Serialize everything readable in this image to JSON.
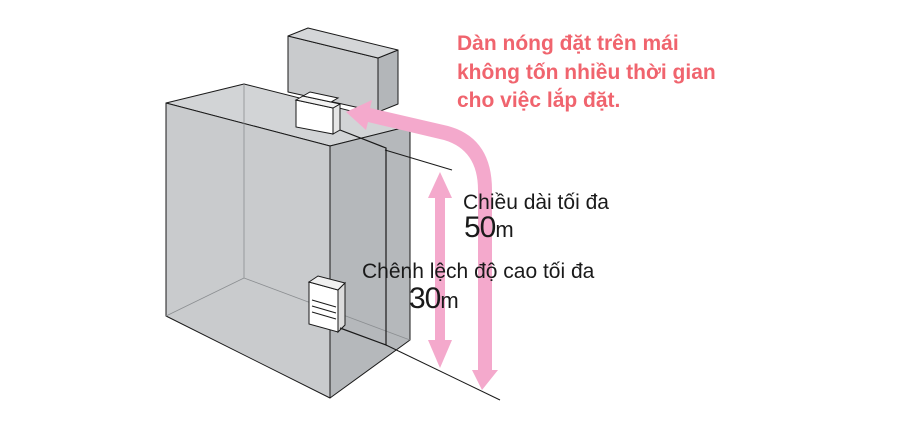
{
  "callout": {
    "lines": [
      "Dàn nóng đặt trên mái",
      "không tốn nhiều thời gian",
      "cho việc lắp đặt."
    ],
    "color": "#f0646e"
  },
  "max_length": {
    "label": "Chiều dài tối đa",
    "value": "50",
    "unit": "m"
  },
  "max_height": {
    "label": "Chênh lệch độ cao tối đa",
    "value": "30",
    "unit": "m"
  },
  "colors": {
    "building_fill": "#c9cbcd",
    "building_dark": "#b3b6b9",
    "arrow": "#f4a9cc",
    "line": "#1a1a1a"
  }
}
